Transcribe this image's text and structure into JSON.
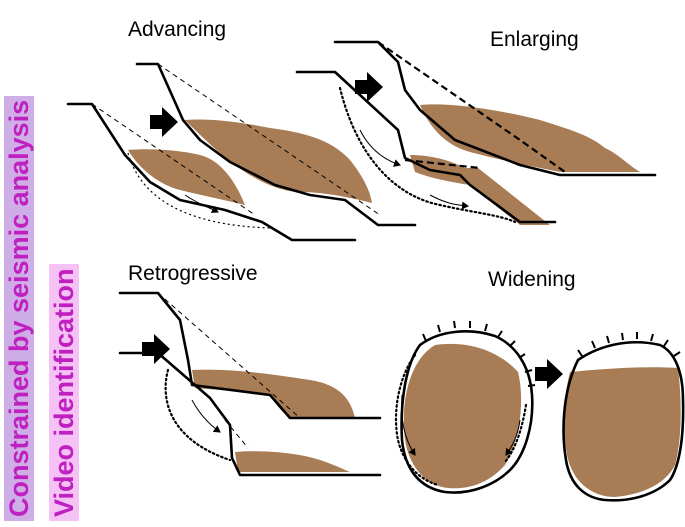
{
  "side_labels": {
    "seismic": "Constrained by seismic analysis",
    "video": "Video identification"
  },
  "panels": {
    "advancing": "Advancing",
    "enlarging": "Enlarging",
    "retrogressive": "Retrogressive",
    "widening": "Widening"
  },
  "colors": {
    "sediment": "#a87d55",
    "line": "#000000",
    "arrow": "#000000",
    "label_magenta": "#c020c0",
    "seismic_band": "#cfaee8",
    "video_band": "#f4c2f4"
  }
}
